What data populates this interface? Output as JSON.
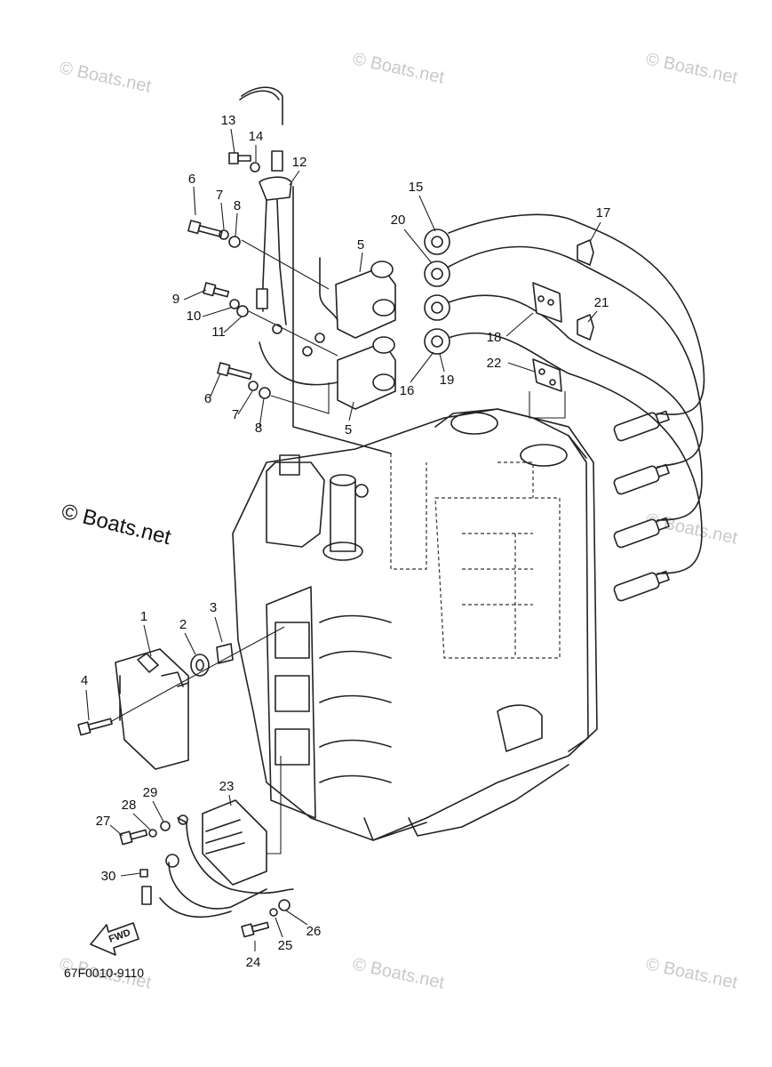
{
  "watermark": {
    "text": "© Boats.net"
  },
  "diagram": {
    "part_code": "67F0010-9110",
    "fwd_label": "FWD",
    "callouts": [
      "1",
      "2",
      "3",
      "4",
      "5",
      "5",
      "6",
      "6",
      "7",
      "7",
      "8",
      "8",
      "9",
      "10",
      "11",
      "12",
      "13",
      "14",
      "15",
      "16",
      "17",
      "18",
      "19",
      "20",
      "21",
      "22",
      "23",
      "24",
      "25",
      "26",
      "27",
      "28",
      "29",
      "30"
    ]
  }
}
